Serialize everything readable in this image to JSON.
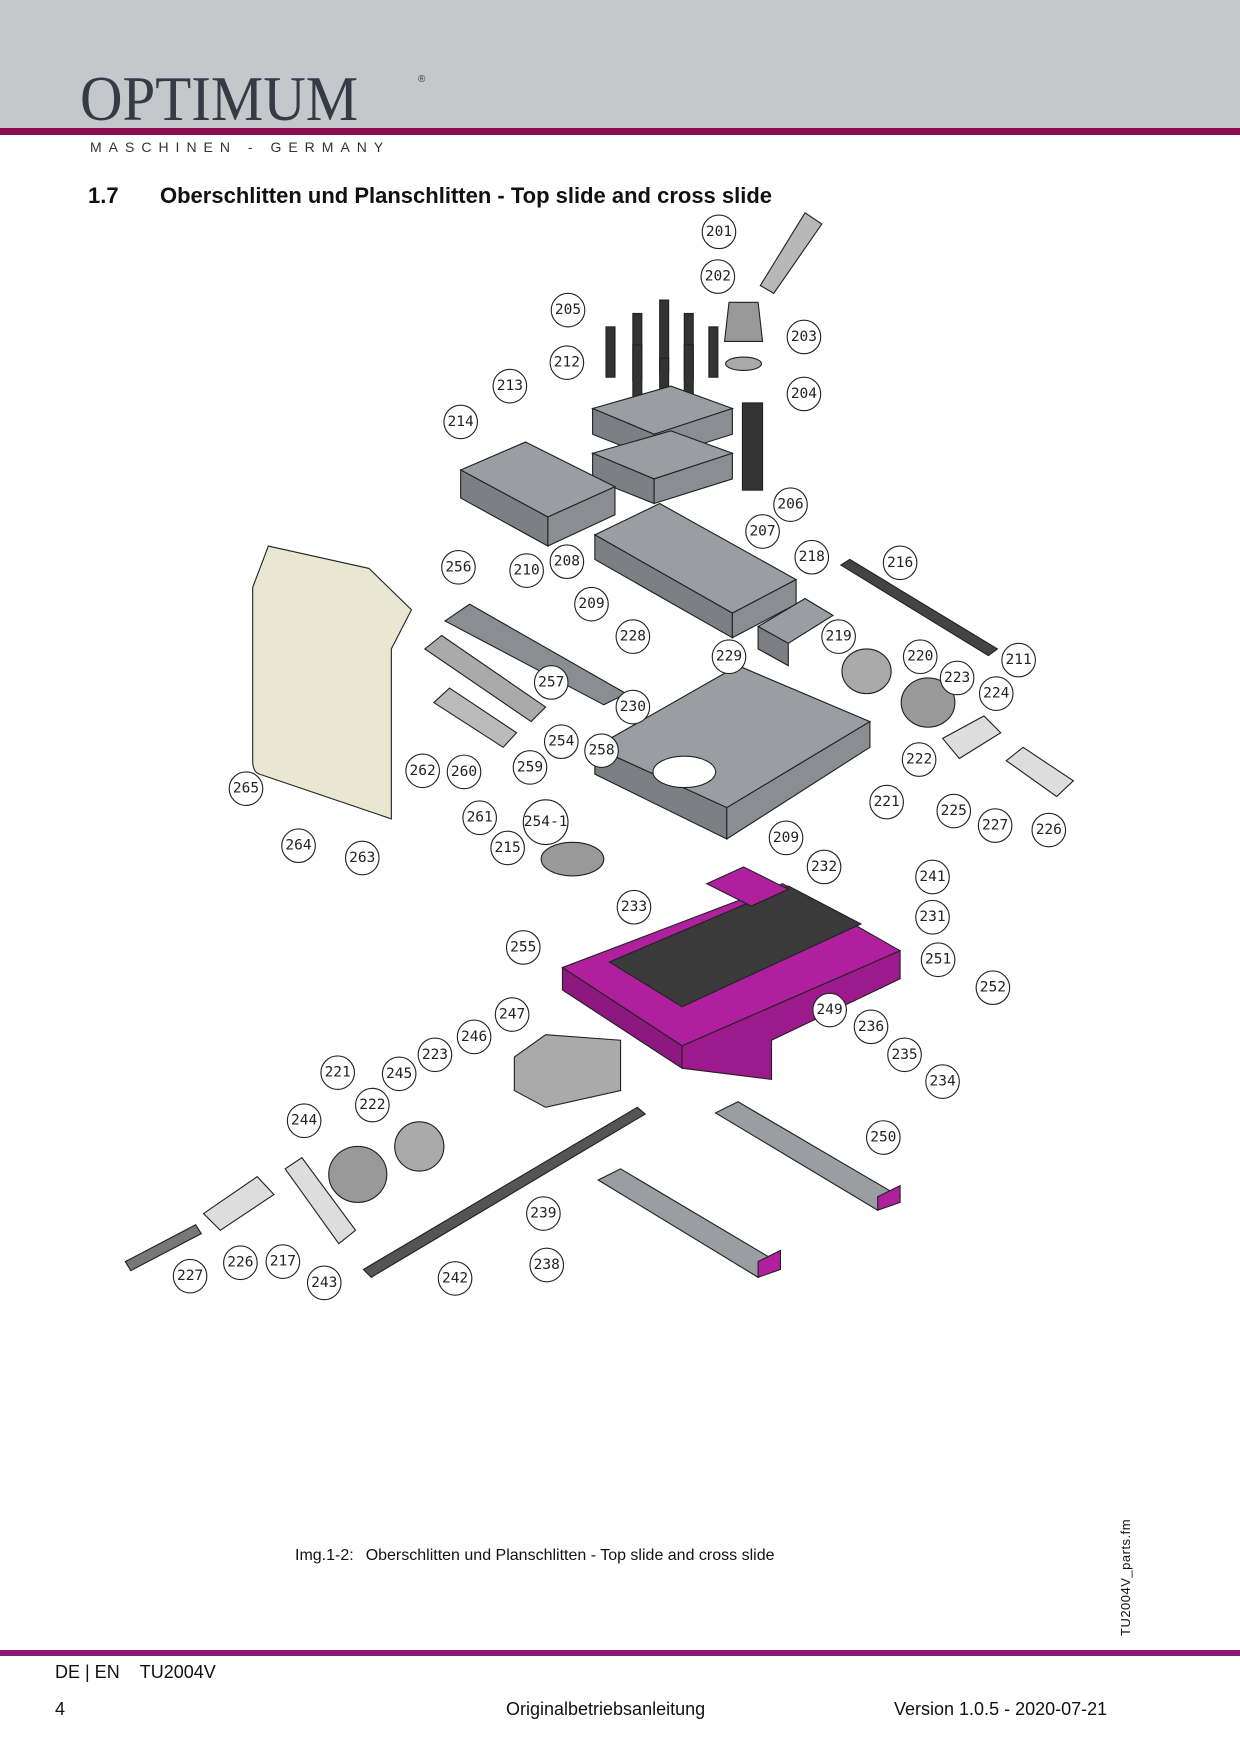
{
  "header": {
    "brand": "OPTIMUM",
    "registered": "®",
    "tagline": "MASCHINEN - GERMANY"
  },
  "section": {
    "number": "1.7",
    "title": "Oberschlitten und Planschlitten - Top slide and cross slide"
  },
  "diagram": {
    "callouts": [
      "201",
      "202",
      "203",
      "204",
      "205",
      "212",
      "213",
      "214",
      "206",
      "207",
      "208",
      "210",
      "209",
      "256",
      "218",
      "216",
      "228",
      "229",
      "219",
      "220",
      "211",
      "223",
      "224",
      "257",
      "230",
      "258",
      "254",
      "222",
      "262",
      "260",
      "259",
      "265",
      "221",
      "225",
      "227",
      "226",
      "261",
      "254-1",
      "215",
      "209",
      "264",
      "263",
      "232",
      "241",
      "233",
      "231",
      "255",
      "251",
      "252",
      "247",
      "249",
      "246",
      "236",
      "223",
      "235",
      "221",
      "245",
      "234",
      "222",
      "244",
      "250",
      "239",
      "238",
      "226",
      "217",
      "227",
      "243",
      "242"
    ],
    "colors": {
      "cross_slide": "#b0209e",
      "top_slide": "#8a8d91",
      "cover": "#e9e6d2"
    }
  },
  "caption": {
    "label": "Img.1-2:",
    "text": "Oberschlitten und Planschlitten - Top slide and cross slide"
  },
  "side_filename": "TU2004V_parts.fm",
  "footer": {
    "lang": "DE | EN",
    "model": "TU2004V",
    "page": "4",
    "doc": "Originalbetriebsanleitung",
    "version": "Version 1.0.5 - 2020-07-21"
  }
}
